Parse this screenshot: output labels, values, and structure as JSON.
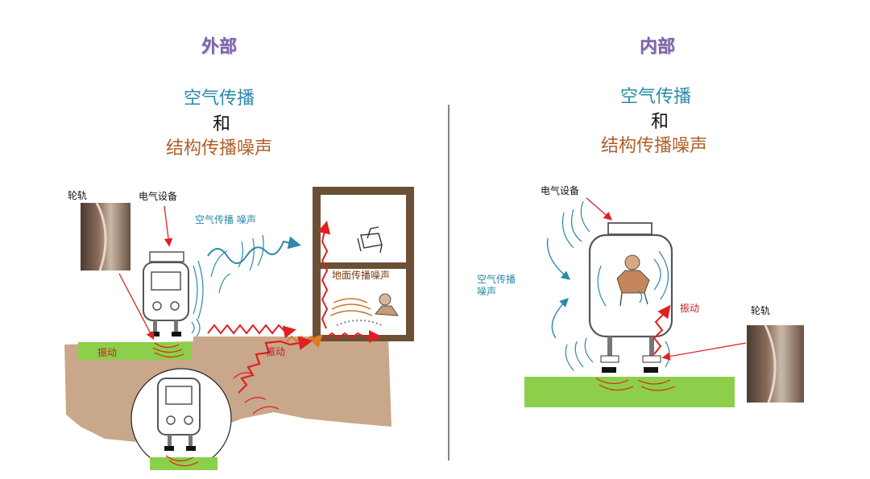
{
  "left": {
    "heading": "外部",
    "line1": "空气传播",
    "line2": "和",
    "line3": "结构传播噪声",
    "label_rail": "轮轨",
    "label_equipment": "电气设备",
    "label_airborne": "空气传播 噪声",
    "label_ground": "地面传播噪声",
    "label_vibration_1": "振动",
    "label_vibration_2": "振动"
  },
  "right": {
    "heading": "内部",
    "line1": "空气传播",
    "line2": "和",
    "line3": "结构传播噪声",
    "label_equipment": "电气设备",
    "label_airborne_1": "空气传播",
    "label_airborne_2": "噪声",
    "label_vibration": "振动",
    "label_rail": "轮轨"
  },
  "colors": {
    "heading": "#7b63a8",
    "teal": "#2a8aa8",
    "brown_text": "#b0602a",
    "ground": "#c8a78a",
    "grass": "#8ccf4a",
    "wave_red": "#e02020",
    "wave_orange": "#e07a20",
    "building": "#6b5036"
  }
}
